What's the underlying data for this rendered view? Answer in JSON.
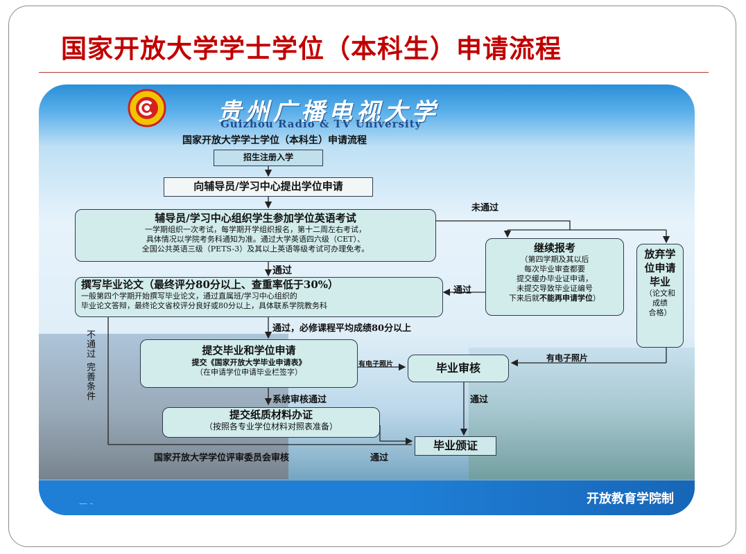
{
  "slide": {
    "title": "国家开放大学学士学位（本科生）申请流程"
  },
  "banner": {
    "logo_text": "Guizhou Radio &TV University",
    "university_name": "贵州广播电视大学",
    "university_name_en": "Guizhou Radio & TV University"
  },
  "flow": {
    "inner_title": "国家开放大学学士学位（本科生）申请流程",
    "step_enroll": "招生注册入学",
    "step_apply": "向辅导员/学习中心提出学位申请",
    "step_exam": {
      "title": "辅导员/学习中心组织学生参加学位英语考试",
      "line1": "一学期组织一次考试，每学期开学组织报名，第十二周左右考试，",
      "line2": "具体情况以学院考务科通知为准。通过大学英语四六级（CET）、",
      "line3": "全国公共英语三级（PETS-3）及其以上英语等级考试可办理免考。"
    },
    "step_thesis": {
      "title": "撰写毕业论文（最终评分80分以上、查重率低于30%）",
      "line1": "一般第四个学期开始撰写毕业论文，通过直属班/学习中心组织的",
      "line2": "毕业论文答辩，最终论文省校评分良好或80分以上，具体联系学院教务科"
    },
    "step_submit": {
      "title": "提交毕业和学位申请",
      "line1": "提交《国家开放大学毕业申请表》",
      "line2": "（在申请学位申请毕业栏签字）"
    },
    "step_paper": {
      "title": "提交纸质材料办证",
      "line1": "（按照各专业学位材料对照表准备）"
    },
    "step_continue": {
      "title": "继续报考",
      "line1": "（第四学期及其以后",
      "line2": "每次毕业审查都要",
      "line3": "提交缓办毕业证申请，",
      "line4": "未提交导致毕业证编号",
      "line5a": "下来后就",
      "line5b": "不能再申请学位",
      "line5c": "）"
    },
    "step_abandon": {
      "title": "放弃学位申请毕业",
      "line1": "（论文和",
      "line2": "成绩",
      "line3": "合格）"
    },
    "step_review": "毕业审核",
    "step_cert": "毕业颁证",
    "labels": {
      "failed": "未通过",
      "passed_exam": "通过",
      "passed_continue": "通过",
      "passed_course": "通过，必修课程平均成绩80分以上",
      "photo_left": "有电子照片",
      "photo_right": "有电子照片",
      "system_passed": "系统审核通过",
      "review_passed": "通过",
      "not_passed_improve": "不通过 完善条件",
      "committee": "国家开放大学学位评审委员会审核",
      "committee_passed": "通过"
    }
  },
  "footer": {
    "text": "开放教育学院制",
    "dash": "— -"
  },
  "colors": {
    "title_red": "#c00000",
    "box_fill": "#cfe8ea",
    "footer_blue": "#1f7fd6"
  }
}
